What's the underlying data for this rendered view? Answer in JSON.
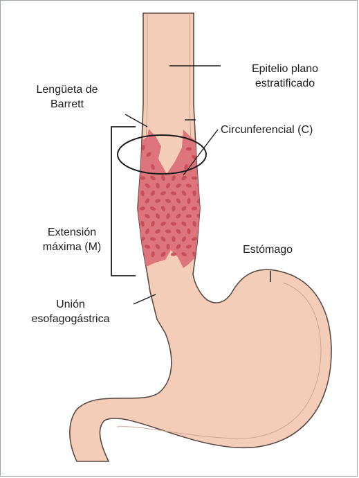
{
  "labels": {
    "epitelio_line1": "Epitelio plano",
    "epitelio_line2": "estratificado",
    "lengueta_line1": "Lengüeta de",
    "lengueta_line2": "Barrett",
    "circunferencial": "Circunferencial (C)",
    "extension_line1": "Extensión",
    "extension_line2": "máxima (M)",
    "estomago": "Estómago",
    "union_line1": "Unión",
    "union_line2": "esofagogástrica"
  },
  "colors": {
    "tissue_fill": "#f4cdb8",
    "tissue_outline": "#5a4a44",
    "barrett_fill": "#dc7078",
    "barrett_spot": "#c24a55",
    "leader_line": "#1c1c1c"
  }
}
